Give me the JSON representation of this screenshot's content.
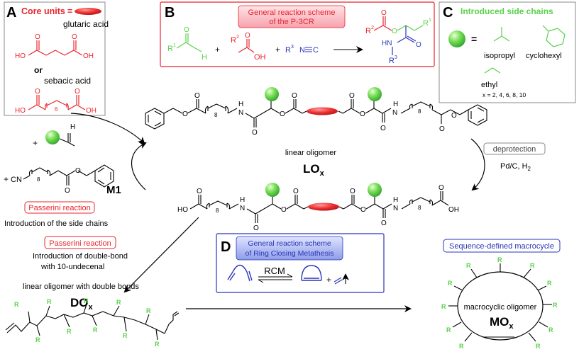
{
  "panel_a": {
    "letter": "A",
    "header": "Core units",
    "equals": "=",
    "glutaric_label": "glutaric acid",
    "or_label": "or",
    "sebacic_label": "sebacic acid",
    "ho": "HO",
    "oh": "OH",
    "o": "O",
    "subscript_6": "6"
  },
  "panel_b": {
    "letter": "B",
    "title_line1": "General reaction scheme",
    "title_line2": "of the P-3CR",
    "r1": "R",
    "r1_sup": "1",
    "r2": "R",
    "r2_sup": "2",
    "r3": "R",
    "r3_sup": "3",
    "plus": "+",
    "h": "H",
    "oh": "OH",
    "o": "O",
    "hn": "HN",
    "isocyanide_n": "N",
    "isocyanide_c": "C"
  },
  "panel_c": {
    "letter": "C",
    "title": "Introduced side chains",
    "equals": "=",
    "isopropyl": "isopropyl",
    "cyclohexyl": "cyclohexyl",
    "ethyl": "ethyl",
    "x_values": "x = 2, 4, 6, 8, 10"
  },
  "linear": {
    "label": "linear oligomer",
    "symbol": "LO",
    "sub": "x",
    "h": "H",
    "n": "N",
    "o": "O",
    "subscript_8": "8",
    "ho": "HO",
    "oh": "OH"
  },
  "reagents": {
    "plus": "+",
    "h": "H",
    "cn": "CN",
    "o": "O",
    "subscript_8": "8",
    "m1": "M1"
  },
  "passerini1": {
    "title": "Passerini reaction",
    "desc": "Introduction of the side chains"
  },
  "passerini2": {
    "title": "Passerini reaction",
    "desc_line1": "Introduction of double-bond",
    "desc_line2": "with 10-undecenal"
  },
  "deprotection": {
    "label": "deprotection",
    "reagent": "Pd/C, H",
    "reagent_sub": "2"
  },
  "panel_d": {
    "letter": "D",
    "title_line1": "General reaction scheme",
    "title_line2": "of Ring Closing Metathesis",
    "rcm": "RCM",
    "plus": "+"
  },
  "do": {
    "label": "linear oligomer with double bonds",
    "symbol": "DO",
    "sub": "x",
    "r": "R"
  },
  "mo": {
    "title": "Sequence-defined macrocycle",
    "inner": "macrocyclic oligomer",
    "symbol": "MO",
    "sub": "x",
    "r": "R"
  },
  "colors": {
    "red": "#e8242b",
    "green": "#59d14b",
    "blue": "#2a35b8",
    "gray_border": "#8a8a8a",
    "black": "#000000"
  }
}
